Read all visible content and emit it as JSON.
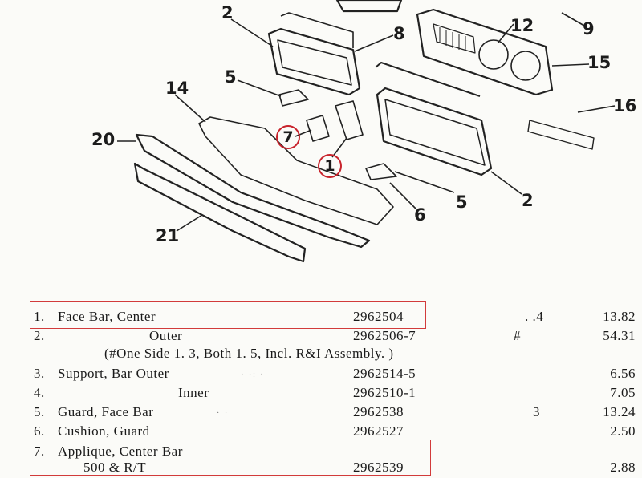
{
  "callouts": [
    {
      "id": "2",
      "text": "2"
    },
    {
      "id": "8",
      "text": "8"
    },
    {
      "id": "12",
      "text": "12"
    },
    {
      "id": "9",
      "text": "9"
    },
    {
      "id": "15",
      "text": "15"
    },
    {
      "id": "16",
      "text": "16"
    },
    {
      "id": "5a",
      "text": "5"
    },
    {
      "id": "14",
      "text": "14"
    },
    {
      "id": "7",
      "text": "7"
    },
    {
      "id": "1",
      "text": "1"
    },
    {
      "id": "20",
      "text": "20"
    },
    {
      "id": "5b",
      "text": "5"
    },
    {
      "id": "6",
      "text": "6"
    },
    {
      "id": "2b",
      "text": "2"
    },
    {
      "id": "21",
      "text": "21"
    }
  ],
  "parts": [
    {
      "num": "1.",
      "name": "Face Bar, Center",
      "part": "2962504",
      "qty": ". .4",
      "price": "13.82"
    },
    {
      "num": "2.",
      "name": "Outer",
      "part": "2962506-7",
      "qty": "#",
      "price": "54.31"
    },
    {
      "note": "(#One Side 1. 3, Both 1. 5, Incl. R&I Assembly. )"
    },
    {
      "num": "3.",
      "name": "Support, Bar Outer",
      "part": "2962514-5",
      "qty": "",
      "price": "6.56"
    },
    {
      "num": "4.",
      "name": "Inner",
      "part": "2962510-1",
      "qty": "",
      "price": "7.05"
    },
    {
      "num": "5.",
      "name": "Guard, Face Bar",
      "part": "2962538",
      "qty": "3",
      "price": "13.24"
    },
    {
      "num": "6.",
      "name": "Cushion, Guard",
      "part": "2962527",
      "qty": "",
      "price": "2.50"
    },
    {
      "num": "7.",
      "name": "Applique, Center Bar",
      "part": "",
      "qty": "",
      "price": ""
    },
    {
      "num": "",
      "name": "500 & R/T",
      "part": "2962539",
      "qty": "",
      "price": "2.88"
    }
  ]
}
